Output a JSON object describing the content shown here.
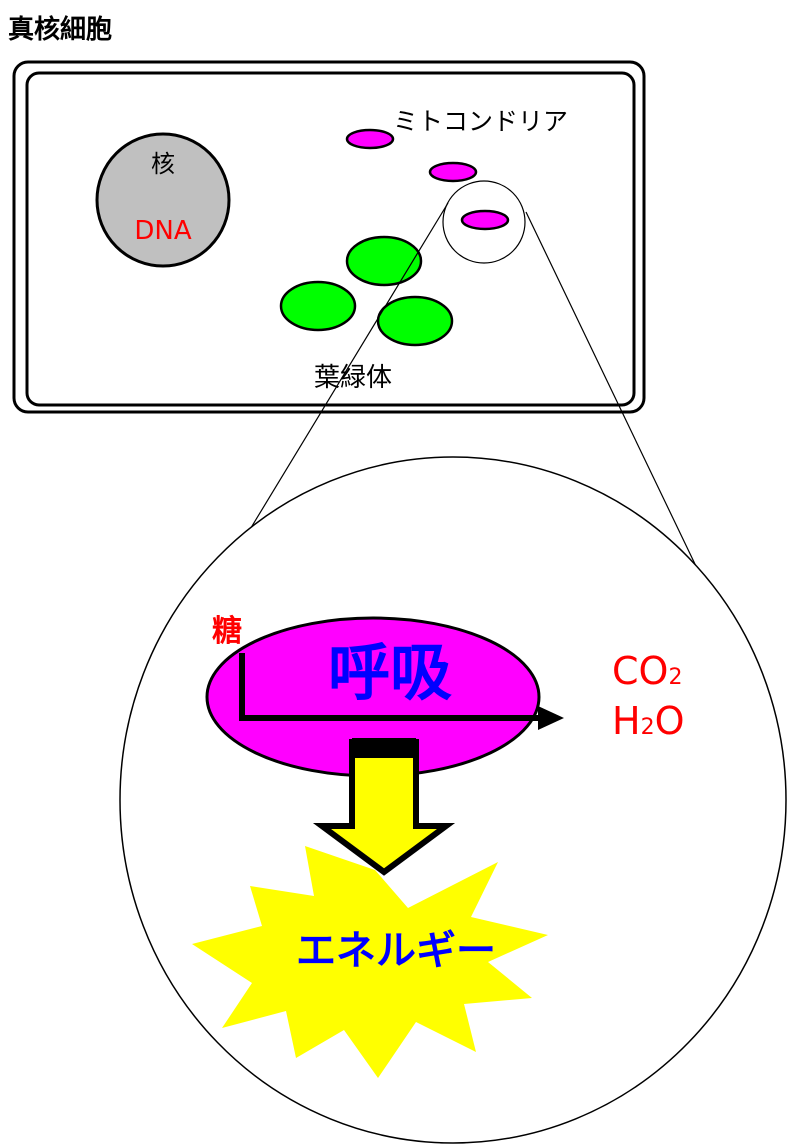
{
  "title": "真核細胞",
  "cell": {
    "nucleus_label": "核",
    "dna_label": "DNA",
    "mitochondria_label": "ミトコンドリア",
    "chloroplast_label": "葉緑体"
  },
  "zoom": {
    "input_label": "糖",
    "process_label": "呼吸",
    "output_co2": {
      "main": "CO",
      "sub": "2"
    },
    "output_h2o": {
      "pre": "H",
      "sub": "2",
      "post": "O"
    },
    "energy_label": "エネルギー"
  },
  "colors": {
    "mitochondria": "#ff00ff",
    "chloroplast": "#00ff00",
    "nucleus": "#c0c0c0",
    "dna_text": "#ff0000",
    "output_text": "#ff0000",
    "process_text": "#0000ff",
    "energy_text": "#0000ff",
    "arrow_fill": "#ffff00",
    "burst_fill": "#ffff00"
  }
}
